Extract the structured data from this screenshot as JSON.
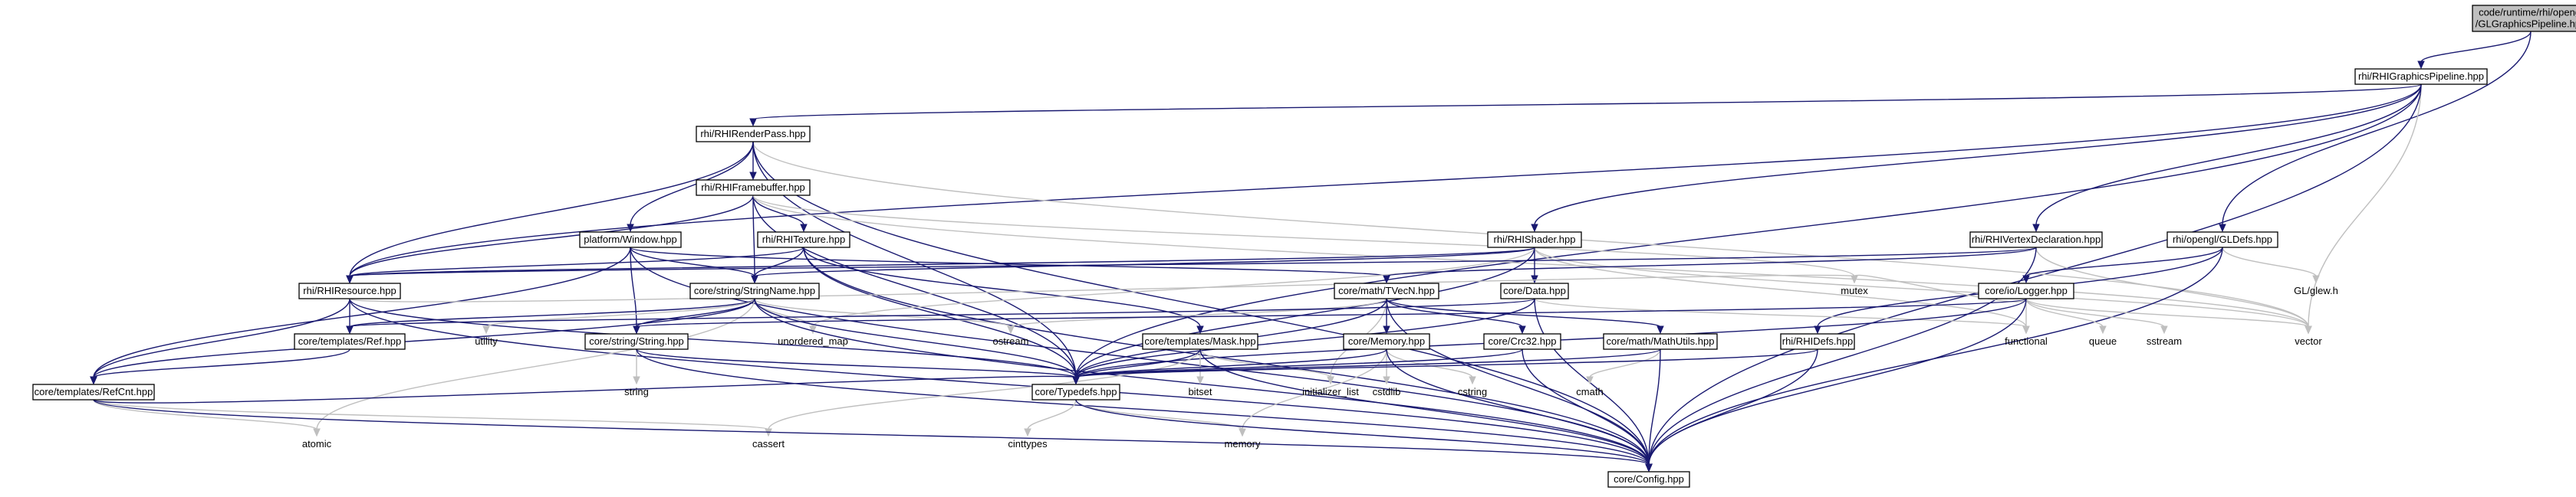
{
  "graph": {
    "nodes": [
      {
        "id": "root",
        "lines": [
          "code/runtime/rhi/opengl",
          "/GLGraphicsPipeline.hpp"
        ],
        "kind": "root"
      },
      {
        "id": "rgp",
        "lines": [
          "rhi/RHIGraphicsPipeline.hpp"
        ],
        "kind": "file"
      },
      {
        "id": "rrp",
        "lines": [
          "rhi/RHIRenderPass.hpp"
        ],
        "kind": "file"
      },
      {
        "id": "rfb",
        "lines": [
          "rhi/RHIFramebuffer.hpp"
        ],
        "kind": "file"
      },
      {
        "id": "pw",
        "lines": [
          "platform/Window.hpp"
        ],
        "kind": "file"
      },
      {
        "id": "rtex",
        "lines": [
          "rhi/RHITexture.hpp"
        ],
        "kind": "file"
      },
      {
        "id": "rsh",
        "lines": [
          "rhi/RHIShader.hpp"
        ],
        "kind": "file"
      },
      {
        "id": "rvd",
        "lines": [
          "rhi/RHIVertexDeclaration.hpp"
        ],
        "kind": "file"
      },
      {
        "id": "gld",
        "lines": [
          "rhi/opengl/GLDefs.hpp"
        ],
        "kind": "file"
      },
      {
        "id": "rres",
        "lines": [
          "rhi/RHIResource.hpp"
        ],
        "kind": "file"
      },
      {
        "id": "ssn",
        "lines": [
          "core/string/StringName.hpp"
        ],
        "kind": "file"
      },
      {
        "id": "tvec",
        "lines": [
          "core/math/TVecN.hpp"
        ],
        "kind": "file"
      },
      {
        "id": "cdata",
        "lines": [
          "core/Data.hpp"
        ],
        "kind": "file"
      },
      {
        "id": "log",
        "lines": [
          "core/io/Logger.hpp"
        ],
        "kind": "file"
      },
      {
        "id": "tref",
        "lines": [
          "core/templates/Ref.hpp"
        ],
        "kind": "file"
      },
      {
        "id": "sstr",
        "lines": [
          "core/string/String.hpp"
        ],
        "kind": "file"
      },
      {
        "id": "mask",
        "lines": [
          "core/templates/Mask.hpp"
        ],
        "kind": "file"
      },
      {
        "id": "mem",
        "lines": [
          "core/Memory.hpp"
        ],
        "kind": "file"
      },
      {
        "id": "crc",
        "lines": [
          "core/Crc32.hpp"
        ],
        "kind": "file"
      },
      {
        "id": "mu",
        "lines": [
          "core/math/MathUtils.hpp"
        ],
        "kind": "file"
      },
      {
        "id": "rdefs",
        "lines": [
          "rhi/RHIDefs.hpp"
        ],
        "kind": "file"
      },
      {
        "id": "rcnt",
        "lines": [
          "core/templates/RefCnt.hpp"
        ],
        "kind": "file"
      },
      {
        "id": "tdef",
        "lines": [
          "core/Typedefs.hpp"
        ],
        "kind": "file"
      },
      {
        "id": "cfg",
        "lines": [
          "core/Config.hpp"
        ],
        "kind": "file"
      },
      {
        "id": "e_glew",
        "lines": [
          "GL/glew.h"
        ],
        "kind": "ext"
      },
      {
        "id": "e_vector",
        "lines": [
          "vector"
        ],
        "kind": "ext"
      },
      {
        "id": "e_utility",
        "lines": [
          "utility"
        ],
        "kind": "ext"
      },
      {
        "id": "e_umap",
        "lines": [
          "unordered_map"
        ],
        "kind": "ext"
      },
      {
        "id": "e_ostream",
        "lines": [
          "ostream"
        ],
        "kind": "ext"
      },
      {
        "id": "e_mutex",
        "lines": [
          "mutex"
        ],
        "kind": "ext"
      },
      {
        "id": "e_functional",
        "lines": [
          "functional"
        ],
        "kind": "ext"
      },
      {
        "id": "e_queue",
        "lines": [
          "queue"
        ],
        "kind": "ext"
      },
      {
        "id": "e_sstream",
        "lines": [
          "sstream"
        ],
        "kind": "ext"
      },
      {
        "id": "e_string",
        "lines": [
          "string"
        ],
        "kind": "ext"
      },
      {
        "id": "e_bitset",
        "lines": [
          "bitset"
        ],
        "kind": "ext"
      },
      {
        "id": "e_initlist",
        "lines": [
          "initializer_list"
        ],
        "kind": "ext"
      },
      {
        "id": "e_cstdlib",
        "lines": [
          "cstdlib"
        ],
        "kind": "ext"
      },
      {
        "id": "e_cstring",
        "lines": [
          "cstring"
        ],
        "kind": "ext"
      },
      {
        "id": "e_cmath",
        "lines": [
          "cmath"
        ],
        "kind": "ext"
      },
      {
        "id": "e_atomic",
        "lines": [
          "atomic"
        ],
        "kind": "ext"
      },
      {
        "id": "e_cassert",
        "lines": [
          "cassert"
        ],
        "kind": "ext"
      },
      {
        "id": "e_cinttypes",
        "lines": [
          "cinttypes"
        ],
        "kind": "ext"
      },
      {
        "id": "e_memory",
        "lines": [
          "memory"
        ],
        "kind": "ext"
      }
    ],
    "edges": [
      [
        "root",
        "rgp"
      ],
      [
        "root",
        "gld"
      ],
      [
        "rgp",
        "rrp"
      ],
      [
        "rgp",
        "rsh"
      ],
      [
        "rgp",
        "rvd"
      ],
      [
        "rgp",
        "rres"
      ],
      [
        "rgp",
        "e_vector"
      ],
      [
        "rgp",
        "tdef"
      ],
      [
        "rgp",
        "cfg"
      ],
      [
        "rrp",
        "rfb"
      ],
      [
        "rrp",
        "pw"
      ],
      [
        "rrp",
        "rres"
      ],
      [
        "rrp",
        "e_vector"
      ],
      [
        "rrp",
        "tdef"
      ],
      [
        "rrp",
        "cfg"
      ],
      [
        "rfb",
        "rtex"
      ],
      [
        "rfb",
        "rres"
      ],
      [
        "rfb",
        "ssn"
      ],
      [
        "rfb",
        "e_vector"
      ],
      [
        "rfb",
        "tdef"
      ],
      [
        "rfb",
        "e_mutex"
      ],
      [
        "pw",
        "ssn"
      ],
      [
        "pw",
        "sstr"
      ],
      [
        "pw",
        "tvec"
      ],
      [
        "pw",
        "rcnt"
      ],
      [
        "pw",
        "cfg"
      ],
      [
        "rtex",
        "rres"
      ],
      [
        "rtex",
        "ssn"
      ],
      [
        "rtex",
        "mask"
      ],
      [
        "rtex",
        "tdef"
      ],
      [
        "rtex",
        "cfg"
      ],
      [
        "rsh",
        "rres"
      ],
      [
        "rsh",
        "cdata"
      ],
      [
        "rsh",
        "ssn"
      ],
      [
        "rsh",
        "e_umap"
      ],
      [
        "rsh",
        "e_vector"
      ],
      [
        "rsh",
        "e_functional"
      ],
      [
        "rsh",
        "tdef"
      ],
      [
        "rvd",
        "rres"
      ],
      [
        "rvd",
        "tvec"
      ],
      [
        "rvd",
        "e_vector"
      ],
      [
        "rvd",
        "cfg"
      ],
      [
        "gld",
        "log"
      ],
      [
        "gld",
        "e_glew"
      ],
      [
        "gld",
        "rdefs"
      ],
      [
        "gld",
        "cfg"
      ],
      [
        "rres",
        "tref"
      ],
      [
        "rres",
        "rcnt"
      ],
      [
        "rres",
        "tdef"
      ],
      [
        "rres",
        "cfg"
      ],
      [
        "rres",
        "e_mutex"
      ],
      [
        "ssn",
        "tref"
      ],
      [
        "ssn",
        "sstr"
      ],
      [
        "ssn",
        "e_utility"
      ],
      [
        "ssn",
        "e_umap"
      ],
      [
        "ssn",
        "e_ostream"
      ],
      [
        "ssn",
        "e_atomic"
      ],
      [
        "ssn",
        "tdef"
      ],
      [
        "ssn",
        "cfg"
      ],
      [
        "ssn",
        "rcnt"
      ],
      [
        "tvec",
        "mem"
      ],
      [
        "tvec",
        "crc"
      ],
      [
        "tvec",
        "mu"
      ],
      [
        "tvec",
        "e_initlist"
      ],
      [
        "tvec",
        "e_ostream"
      ],
      [
        "tvec",
        "tdef"
      ],
      [
        "tvec",
        "cfg"
      ],
      [
        "cdata",
        "tref"
      ],
      [
        "cdata",
        "e_functional"
      ],
      [
        "cdata",
        "tdef"
      ],
      [
        "cdata",
        "cfg"
      ],
      [
        "log",
        "e_functional"
      ],
      [
        "log",
        "e_queue"
      ],
      [
        "log",
        "e_sstream"
      ],
      [
        "log",
        "e_vector"
      ],
      [
        "log",
        "e_mutex"
      ],
      [
        "log",
        "sstr"
      ],
      [
        "log",
        "tdef"
      ],
      [
        "log",
        "cfg"
      ],
      [
        "tref",
        "rcnt"
      ],
      [
        "sstr",
        "e_string"
      ],
      [
        "sstr",
        "tdef"
      ],
      [
        "sstr",
        "cfg"
      ],
      [
        "mask",
        "e_bitset"
      ],
      [
        "mask",
        "e_initlist"
      ],
      [
        "mask",
        "e_cassert"
      ],
      [
        "mask",
        "tdef"
      ],
      [
        "mask",
        "cfg"
      ],
      [
        "mem",
        "e_cstdlib"
      ],
      [
        "mem",
        "e_cstring"
      ],
      [
        "mem",
        "e_memory"
      ],
      [
        "mem",
        "tdef"
      ],
      [
        "mem",
        "cfg"
      ],
      [
        "crc",
        "tdef"
      ],
      [
        "crc",
        "cfg"
      ],
      [
        "mu",
        "e_cmath"
      ],
      [
        "mu",
        "tdef"
      ],
      [
        "mu",
        "cfg"
      ],
      [
        "rdefs",
        "tdef"
      ],
      [
        "rdefs",
        "cfg"
      ],
      [
        "rcnt",
        "e_atomic"
      ],
      [
        "rcnt",
        "e_cassert"
      ],
      [
        "rcnt",
        "tdef"
      ],
      [
        "rcnt",
        "cfg"
      ],
      [
        "tdef",
        "e_cinttypes"
      ],
      [
        "tdef",
        "e_memory"
      ],
      [
        "tdef",
        "cfg"
      ]
    ]
  }
}
